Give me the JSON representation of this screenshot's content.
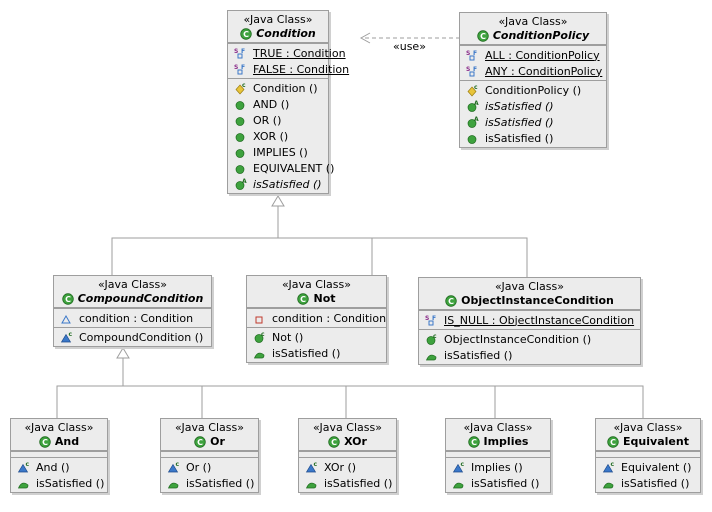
{
  "stereotype": "«Java Class»",
  "use_label": "«use»",
  "classes": {
    "condition": {
      "name": "Condition",
      "abstract": true,
      "fields": [
        {
          "text": "TRUE : Condition",
          "icon": "static-final-field-icon",
          "underline": true
        },
        {
          "text": "FALSE : Condition",
          "icon": "static-final-field-icon",
          "underline": true
        }
      ],
      "methods": [
        {
          "text": "Condition ()",
          "icon": "protected-constructor-icon"
        },
        {
          "text": "AND ()",
          "icon": "public-method-icon"
        },
        {
          "text": "OR ()",
          "icon": "public-method-icon"
        },
        {
          "text": "XOR ()",
          "icon": "public-method-icon"
        },
        {
          "text": "IMPLIES ()",
          "icon": "public-method-icon"
        },
        {
          "text": "EQUIVALENT ()",
          "icon": "public-method-icon"
        },
        {
          "text": "isSatisfied ()",
          "icon": "abstract-method-icon",
          "italic": true
        }
      ]
    },
    "condition_policy": {
      "name": "ConditionPolicy",
      "abstract": true,
      "fields": [
        {
          "text": "ALL : ConditionPolicy",
          "icon": "static-final-field-icon",
          "underline": true
        },
        {
          "text": "ANY : ConditionPolicy",
          "icon": "static-final-field-icon",
          "underline": true
        }
      ],
      "methods": [
        {
          "text": "ConditionPolicy ()",
          "icon": "protected-constructor-icon"
        },
        {
          "text": "isSatisfied ()",
          "icon": "abstract-method-icon",
          "italic": true
        },
        {
          "text": "isSatisfied ()",
          "icon": "abstract-method-icon",
          "italic": true
        },
        {
          "text": "isSatisfied ()",
          "icon": "public-method-icon"
        }
      ]
    },
    "compound_condition": {
      "name": "CompoundCondition",
      "abstract": true,
      "fields": [
        {
          "text": "condition : Condition",
          "icon": "package-field-icon"
        }
      ],
      "methods": [
        {
          "text": "CompoundCondition ()",
          "icon": "package-constructor-icon"
        }
      ]
    },
    "not": {
      "name": "Not",
      "abstract": false,
      "fields": [
        {
          "text": "condition : Condition",
          "icon": "private-field-icon"
        }
      ],
      "methods": [
        {
          "text": "Not ()",
          "icon": "public-constructor-icon"
        },
        {
          "text": "isSatisfied ()",
          "icon": "protected-method-icon"
        }
      ]
    },
    "object_instance_condition": {
      "name": "ObjectInstanceCondition",
      "abstract": false,
      "fields": [
        {
          "text": "IS_NULL : ObjectInstanceCondition",
          "icon": "static-final-field-icon",
          "underline": true
        }
      ],
      "methods": [
        {
          "text": "ObjectInstanceCondition ()",
          "icon": "public-constructor-icon"
        },
        {
          "text": "isSatisfied ()",
          "icon": "protected-method-icon"
        }
      ]
    },
    "and": {
      "name": "And",
      "abstract": false,
      "fields": [],
      "methods": [
        {
          "text": "And ()",
          "icon": "package-constructor-icon"
        },
        {
          "text": "isSatisfied ()",
          "icon": "protected-method-icon"
        }
      ]
    },
    "or": {
      "name": "Or",
      "abstract": false,
      "fields": [],
      "methods": [
        {
          "text": "Or ()",
          "icon": "package-constructor-icon"
        },
        {
          "text": "isSatisfied ()",
          "icon": "protected-method-icon"
        }
      ]
    },
    "xor": {
      "name": "XOr",
      "abstract": false,
      "fields": [],
      "methods": [
        {
          "text": "XOr ()",
          "icon": "package-constructor-icon"
        },
        {
          "text": "isSatisfied ()",
          "icon": "protected-method-icon"
        }
      ]
    },
    "implies": {
      "name": "Implies",
      "abstract": false,
      "fields": [],
      "methods": [
        {
          "text": "Implies ()",
          "icon": "package-constructor-icon"
        },
        {
          "text": "isSatisfied ()",
          "icon": "protected-method-icon"
        }
      ]
    },
    "equivalent": {
      "name": "Equivalent",
      "abstract": false,
      "fields": [],
      "methods": [
        {
          "text": "Equivalent ()",
          "icon": "package-constructor-icon"
        },
        {
          "text": "isSatisfied ()",
          "icon": "protected-method-icon"
        }
      ]
    }
  },
  "relations": [
    {
      "type": "dependency",
      "from": "condition_policy",
      "to": "condition"
    },
    {
      "type": "generalization",
      "from": "compound_condition",
      "to": "condition"
    },
    {
      "type": "generalization",
      "from": "not",
      "to": "condition"
    },
    {
      "type": "generalization",
      "from": "object_instance_condition",
      "to": "condition"
    },
    {
      "type": "generalization",
      "from": "and",
      "to": "compound_condition"
    },
    {
      "type": "generalization",
      "from": "or",
      "to": "compound_condition"
    },
    {
      "type": "generalization",
      "from": "xor",
      "to": "compound_condition"
    },
    {
      "type": "generalization",
      "from": "implies",
      "to": "compound_condition"
    },
    {
      "type": "generalization",
      "from": "equivalent",
      "to": "compound_condition"
    }
  ]
}
